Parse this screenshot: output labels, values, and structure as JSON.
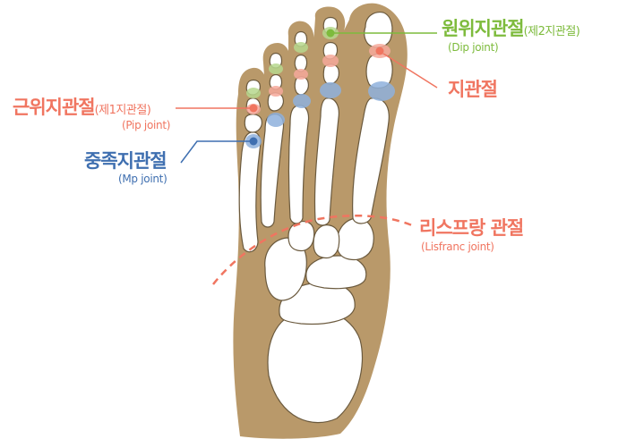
{
  "colors": {
    "green": "#7dbb3c",
    "red": "#f07560",
    "blue": "#3f6fb0",
    "skin": "#b9996a",
    "bone_stroke": "#6b5a3e",
    "joint_red": "#f6a99b",
    "joint_blue": "#8fb1dc",
    "joint_green": "#b7d88e"
  },
  "labels": {
    "dip": {
      "main": "원위지관절",
      "paren": "(제2지관절)",
      "eng": "(Dip joint)"
    },
    "toe_joint": {
      "main": "지관절"
    },
    "pip": {
      "main": "근위지관절",
      "paren": "(제1지관절)",
      "eng": "(Pip joint)"
    },
    "mp": {
      "main": "중족지관절",
      "eng": "(Mp joint)"
    },
    "lisfranc": {
      "main": "리스프랑 관절",
      "eng": "(Lisfranc joint)"
    }
  }
}
